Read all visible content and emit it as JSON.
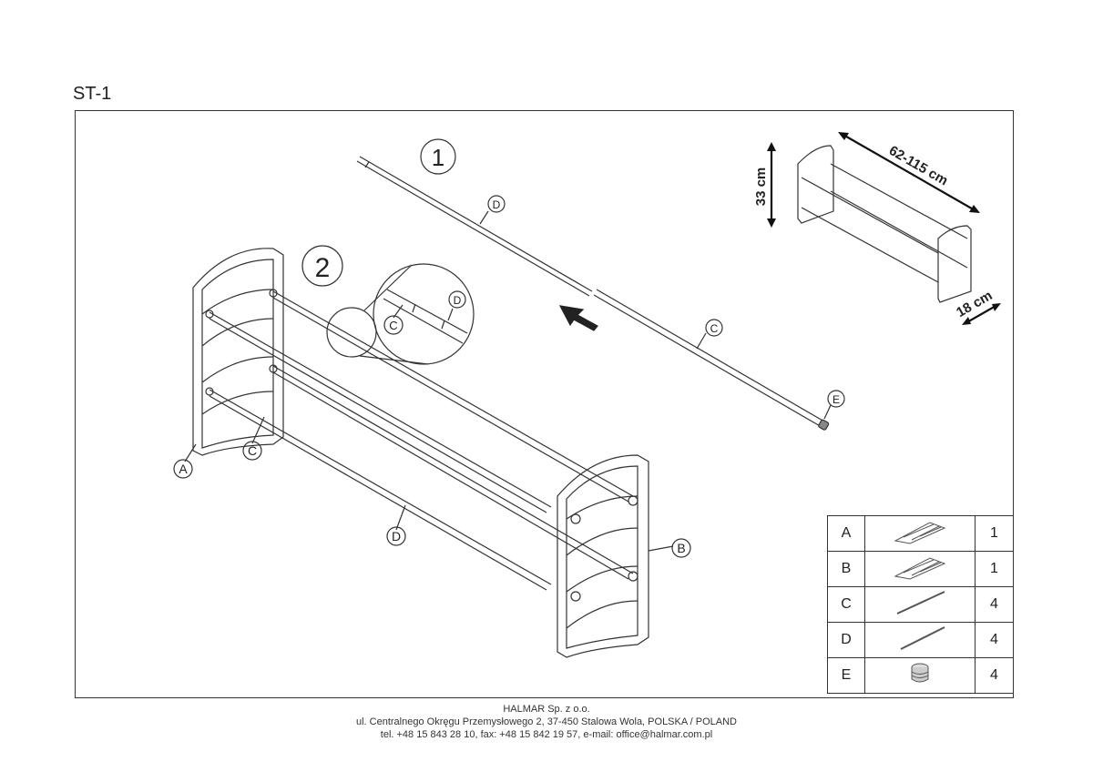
{
  "model": "ST-1",
  "steps": [
    "1",
    "2"
  ],
  "callouts": {
    "step1_rod": "D",
    "step1_rod2": "C",
    "step1_cap": "E",
    "zoom_c": "C",
    "zoom_d": "D",
    "panel_a": "A",
    "panel_b": "B",
    "rod_c": "C",
    "rod_d": "D"
  },
  "dimensions": {
    "height": "33 cm",
    "length": "62-115 cm",
    "depth": "18 cm"
  },
  "parts": [
    {
      "letter": "A",
      "icon": "side-panel-icon",
      "qty": "1"
    },
    {
      "letter": "B",
      "icon": "side-panel-icon",
      "qty": "1"
    },
    {
      "letter": "C",
      "icon": "rod-icon",
      "qty": "4"
    },
    {
      "letter": "D",
      "icon": "rod-icon",
      "qty": "4"
    },
    {
      "letter": "E",
      "icon": "end-cap-icon",
      "qty": "4"
    }
  ],
  "footer": {
    "company": "HALMAR Sp. z o.o.",
    "address": "ul. Centralnego Okręgu Przemysłowego 2, 37-450 Stalowa Wola, POLSKA / POLAND",
    "contact": "tel. +48 15 843 28 10, fax: +48 15 842 19 57, e-mail: office@halmar.com.pl"
  }
}
